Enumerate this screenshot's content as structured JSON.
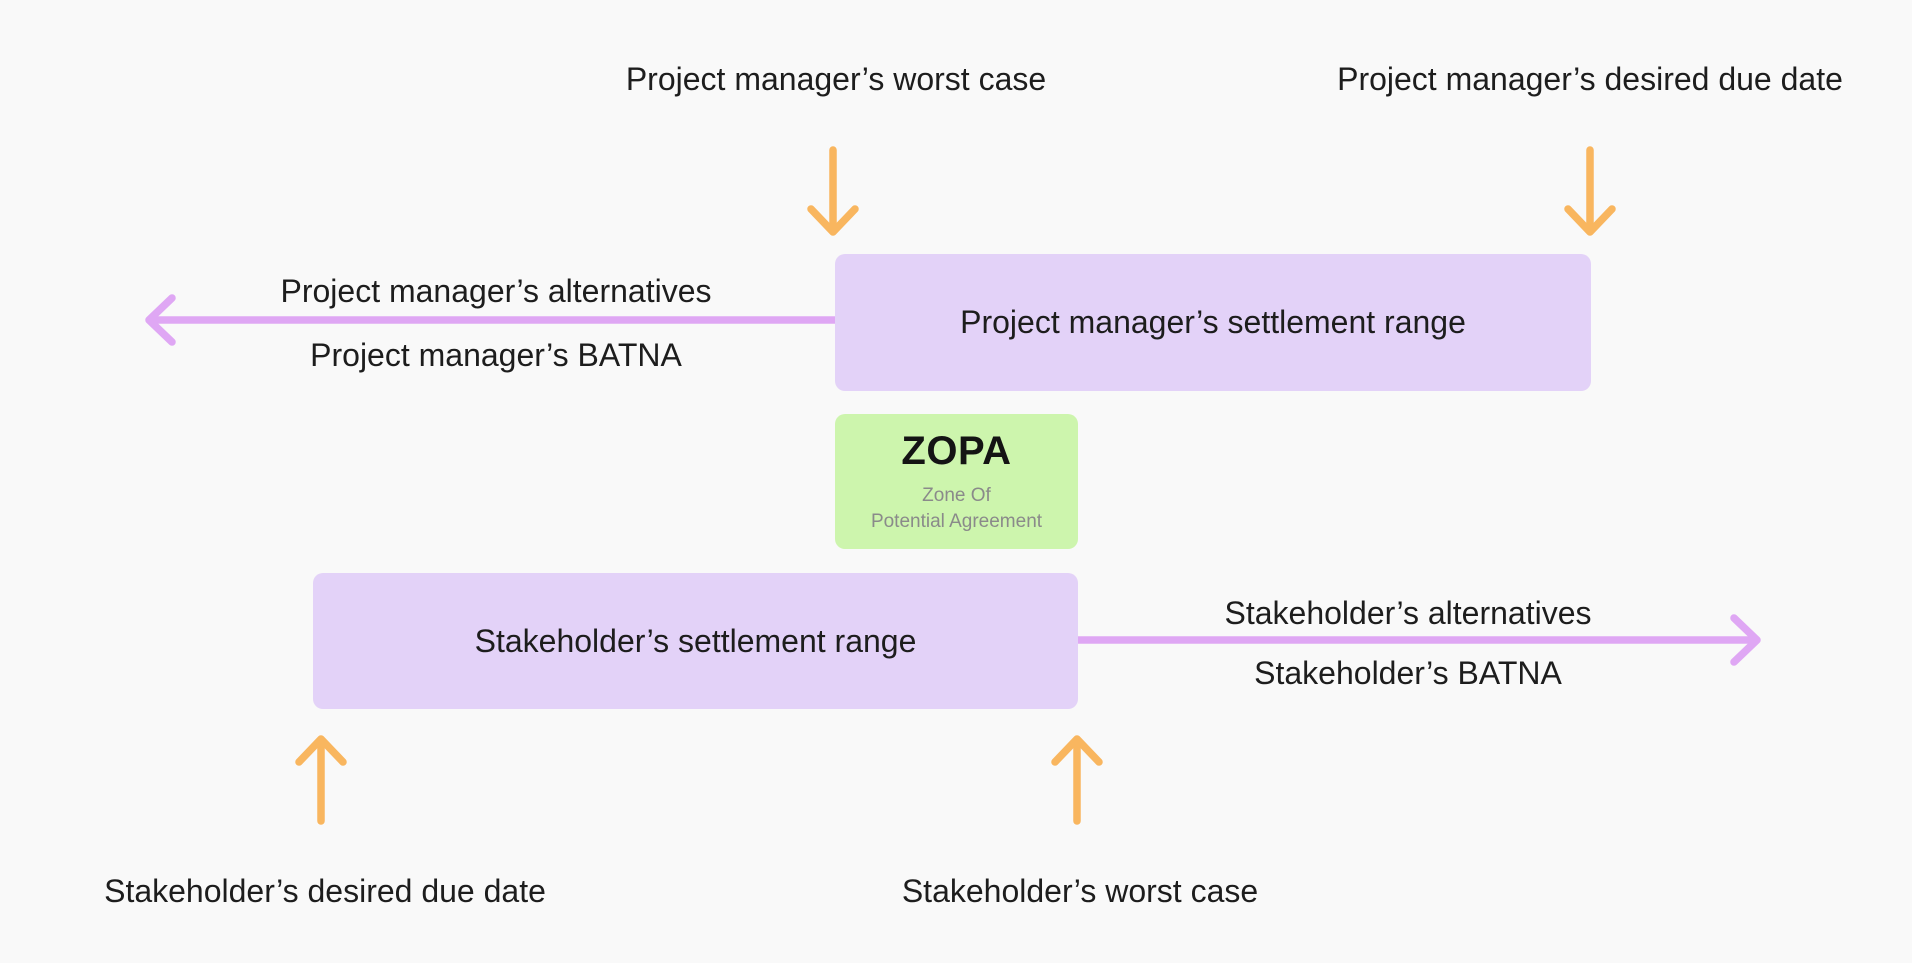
{
  "colors": {
    "background": "#f9f9f9",
    "range_box_fill": "#e3d2f8",
    "zopa_fill": "#cdf5ad",
    "arrow_purple": "#dfa7f4",
    "arrow_orange": "#f9b65f",
    "text_dark": "#1d1d1d",
    "text_gray": "#8a8a8a"
  },
  "top_labels": {
    "pm_worst_case": "Project manager’s worst case",
    "pm_desired_due_date": "Project manager’s desired due date"
  },
  "pm_range": {
    "label": "Project manager’s settlement range"
  },
  "pm_alternatives": {
    "alternatives": "Project manager’s alternatives",
    "batna": "Project manager’s BATNA"
  },
  "zopa": {
    "acronym": "ZOPA",
    "subtitle_line1": "Zone Of",
    "subtitle_line2": "Potential Agreement"
  },
  "stakeholder_range": {
    "label": "Stakeholder’s settlement range"
  },
  "stakeholder_alternatives": {
    "alternatives": "Stakeholder’s alternatives",
    "batna": "Stakeholder’s BATNA"
  },
  "bottom_labels": {
    "stakeholder_desired_due_date": "Stakeholder’s desired due date",
    "stakeholder_worst_case": "Stakeholder’s worst case"
  }
}
